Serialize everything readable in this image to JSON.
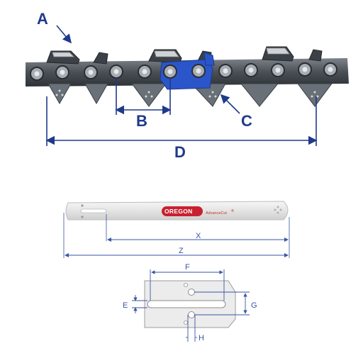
{
  "chain_diagram": {
    "labels": {
      "a": "A",
      "b": "B",
      "c": "C",
      "d": "D"
    }
  },
  "bar_diagram": {
    "brand": "OREGON",
    "product": "AdvanceCut",
    "trademark": "®",
    "labels": {
      "x": "X",
      "z": "Z"
    }
  },
  "mount_diagram": {
    "labels": {
      "f": "F",
      "e": "E",
      "g": "G",
      "h": "H"
    }
  },
  "colors": {
    "label_blue": "#1f3a8a",
    "dimension_blue": "#3a56a6",
    "chain_steel": "#5b6168",
    "highlight_link": "#2b56c9",
    "brand_red": "#c8202f"
  }
}
